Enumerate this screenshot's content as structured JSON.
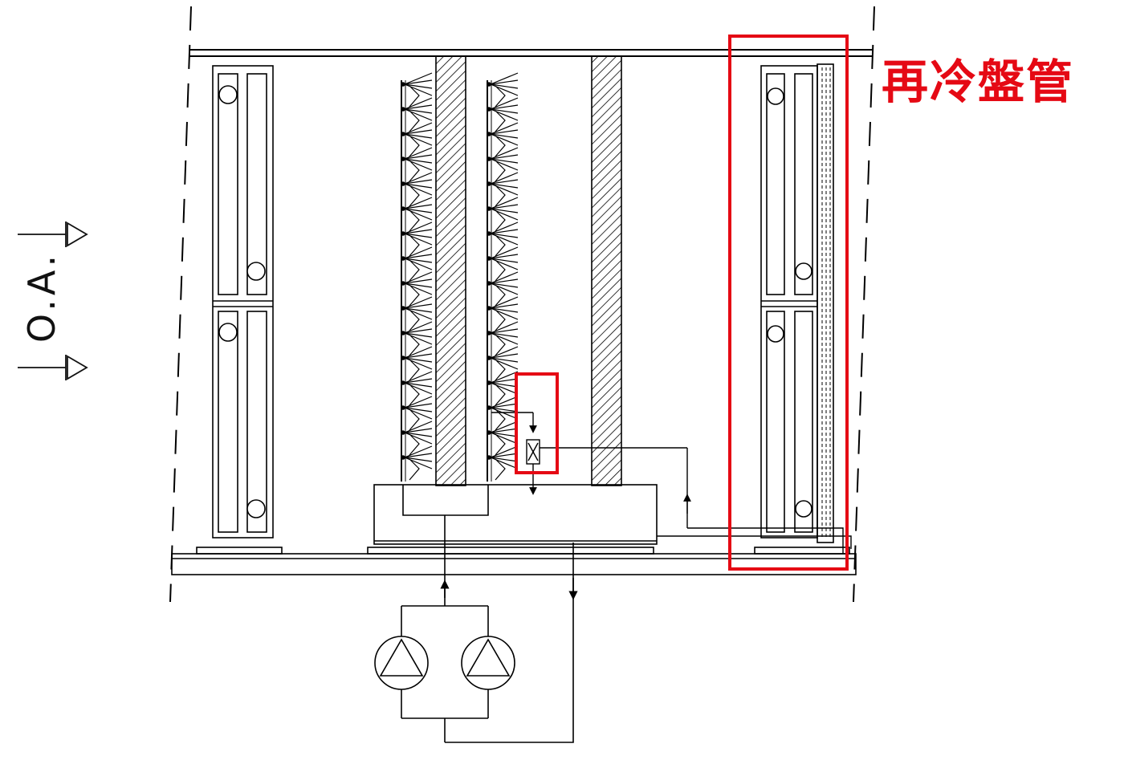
{
  "labels": {
    "reheat_coil": "再冷盤管",
    "outside_air": "O.A."
  },
  "colors": {
    "line": "#000000",
    "highlight": "#e50914",
    "hatch": "#000000",
    "background": "#ffffff"
  },
  "diagram": {
    "kind": "air-handling-unit-schematic",
    "components": [
      "cooling-coil",
      "spray-nozzle-row",
      "eliminator-media",
      "water-tank",
      "circulation-pump",
      "control-valve",
      "reheat-coil"
    ],
    "pump_count": 2,
    "highlights": [
      "reheat-coil",
      "control-valve"
    ]
  }
}
